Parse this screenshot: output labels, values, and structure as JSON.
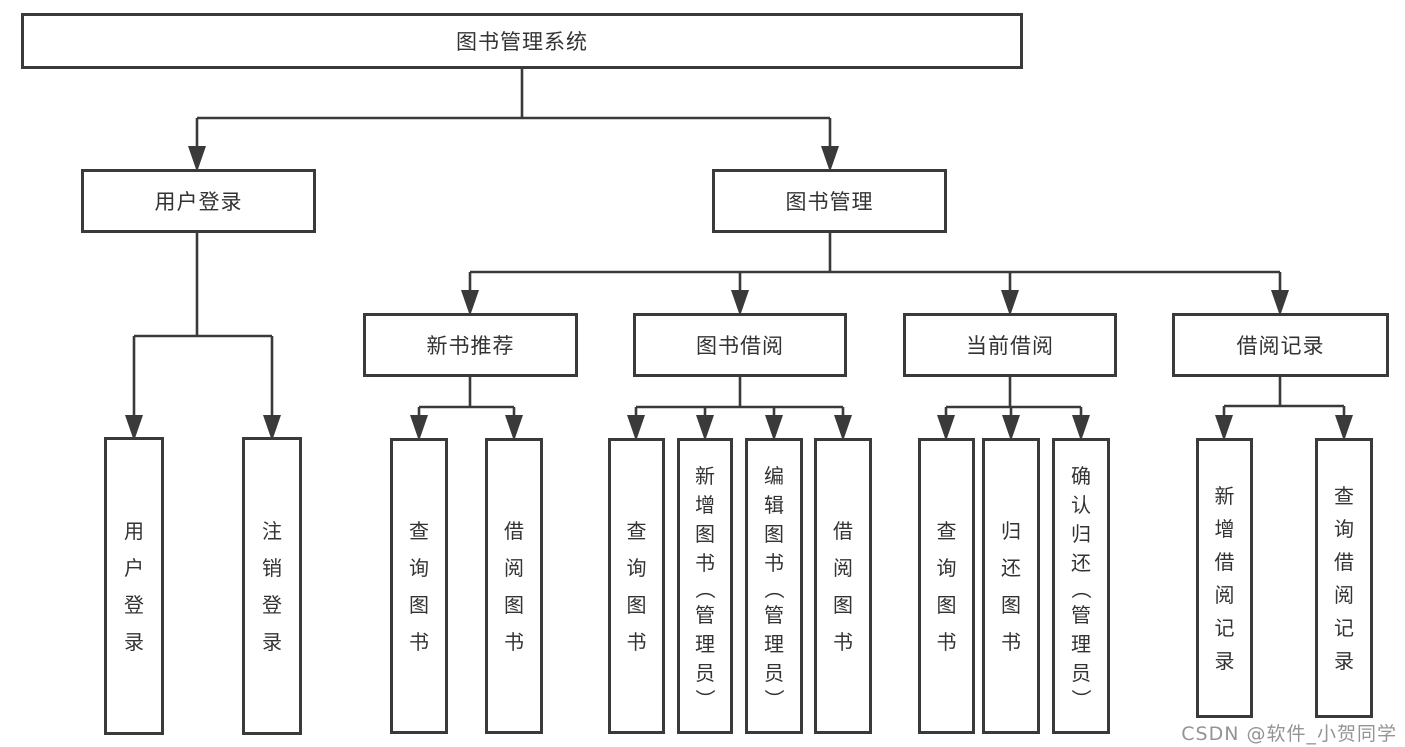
{
  "diagram": {
    "root": {
      "label": "图书管理系统"
    },
    "login": {
      "label": "用户登录",
      "children": [
        {
          "label": "用户登录"
        },
        {
          "label": "注销登录"
        }
      ]
    },
    "management": {
      "label": "图书管理",
      "groups": [
        {
          "label": "新书推荐",
          "children": [
            {
              "label": "查询图书"
            },
            {
              "label": "借阅图书"
            }
          ]
        },
        {
          "label": "图书借阅",
          "children": [
            {
              "label": "查询图书"
            },
            {
              "label": "新增图书（管理员）"
            },
            {
              "label": "编辑图书（管理员）"
            },
            {
              "label": "借阅图书"
            }
          ]
        },
        {
          "label": "当前借阅",
          "children": [
            {
              "label": "查询图书"
            },
            {
              "label": "归还图书"
            },
            {
              "label": "确认归还（管理员）"
            }
          ]
        },
        {
          "label": "借阅记录",
          "children": [
            {
              "label": "新增借阅记录"
            },
            {
              "label": "查询借阅记录"
            }
          ]
        }
      ]
    }
  },
  "watermark": {
    "text": "CSDN @软件_小贺同学"
  },
  "colors": {
    "line": "#3a3a3a",
    "text": "#333333",
    "background": "#ffffff",
    "watermark": "#949494"
  }
}
